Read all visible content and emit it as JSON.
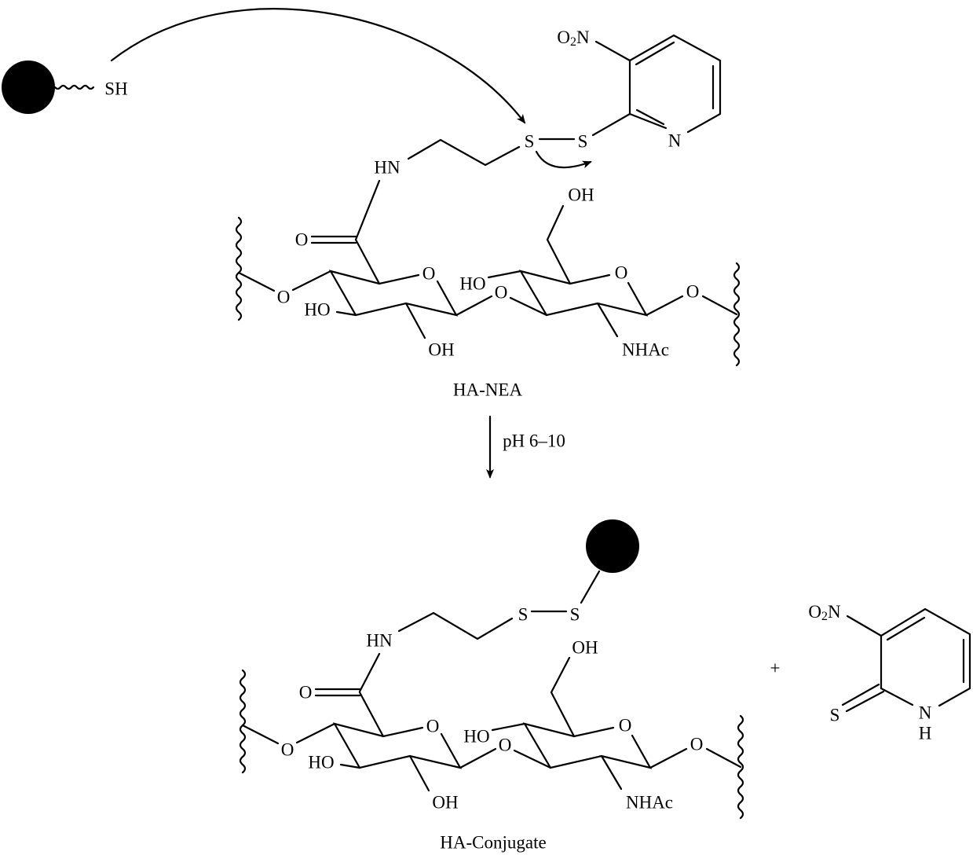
{
  "reactant": {
    "thiol_label": "SH"
  },
  "atoms": {
    "O": "O",
    "HO": "HO",
    "OH": "OH",
    "NHAc": "NHAc",
    "HN": "HN",
    "S": "S",
    "N": "N",
    "H": "H"
  },
  "nitro": {
    "O": "O",
    "sub": "2",
    "N": "N"
  },
  "labels": {
    "starting_material": "HA-NEA",
    "conditions": "pH 6–10",
    "product": "HA-Conjugate",
    "plus": "+"
  },
  "colors": {
    "ink": "#000000",
    "background": "#ffffff"
  }
}
